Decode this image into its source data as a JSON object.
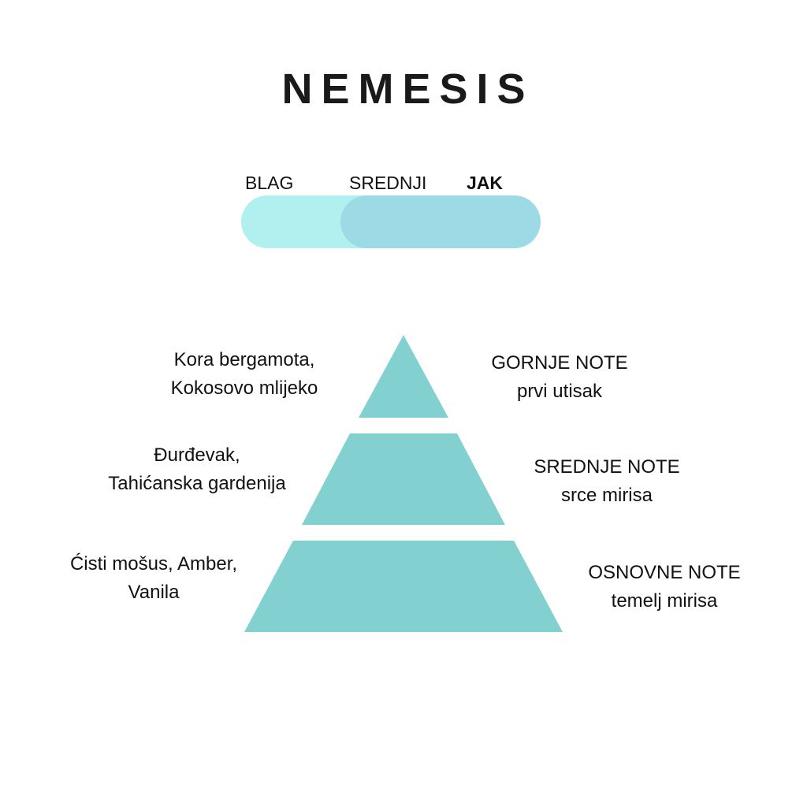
{
  "title": "NEMESIS",
  "strength": {
    "levels": [
      "BLAG",
      "SREDNJI",
      "JAK"
    ],
    "selected": "JAK",
    "selected_index": 2,
    "colors": {
      "track": "#b0f0ef",
      "fill": "#9cdae6"
    }
  },
  "pyramid": {
    "color": "#83d0d1",
    "tiers": [
      {
        "ingredients": [
          "Kora bergamota,",
          "Kokosovo mlijeko"
        ],
        "name": "GORNJE NOTE",
        "desc": "prvi utisak"
      },
      {
        "ingredients": [
          "Đurđevak,",
          "Tahićanska gardenija"
        ],
        "name": "SREDNJE NOTE",
        "desc": "srce mirisa"
      },
      {
        "ingredients": [
          "Ćisti mošus, Amber,",
          "Vanila"
        ],
        "name": "OSNOVNE NOTE",
        "desc": "temelj mirisa"
      }
    ]
  }
}
